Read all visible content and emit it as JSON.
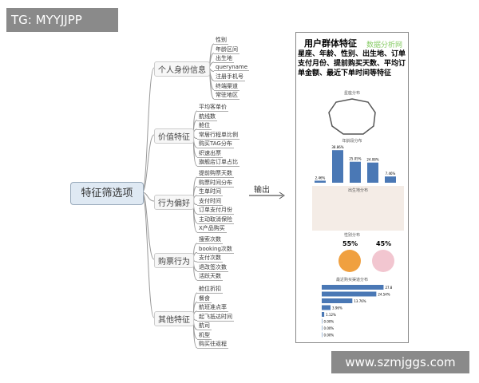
{
  "watermark_top": "TG: MYYJJPP",
  "watermark_bottom": "www.szmjggs.com",
  "root": "特征筛选项",
  "output_label": "输出",
  "branches": [
    {
      "label": "个人身份信息",
      "leaves": [
        "性别",
        "年龄区间",
        "出生地",
        "queryname",
        "注册手机号",
        "终端渠道",
        "常驻地区"
      ]
    },
    {
      "label": "价值特征",
      "leaves": [
        "平均客单价",
        "航线数",
        "舱位",
        "常居行程单比例",
        "购买TAG分布",
        "织速出票",
        "旗舰店订单占比"
      ]
    },
    {
      "label": "行为偏好",
      "leaves": [
        "提前购票天数",
        "购票时间分布",
        "生单时间",
        "支付时间",
        "订单支付月份",
        "主动取消保险",
        "X产品购买"
      ]
    },
    {
      "label": "购票行为",
      "leaves": [
        "搜索次数",
        "booking次数",
        "支付次数",
        "退改签次数",
        "活跃天数"
      ]
    },
    {
      "label": "其他特征",
      "leaves": [
        "舱位折扣",
        "餐食",
        "航班准点率",
        "起飞抵达时间",
        "航司",
        "机型",
        "购买往返程"
      ]
    }
  ],
  "panel": {
    "title": "用户群体特征",
    "site_watermark": "数据分析网",
    "description": "星座、年龄、性别、出生地、订单支付月份、提前购买天数、平均订单金额、最近下单时间等特征",
    "radar_title": "星座分布",
    "age_title": "年龄段分布",
    "age_values": [
      "2.46%",
      "38.86%",
      "25.05%",
      "24.08%",
      "7.46%"
    ],
    "map_title": "出生地分布",
    "gender_title": "性别分布",
    "male_pct": "55%",
    "female_pct": "45%",
    "device_title": "最近购买渠道分布",
    "device_values": [
      "27.8",
      "24.54%",
      "13.76%",
      "3.96%",
      "1.12%",
      "0.00%",
      "0.00%",
      "0.00%"
    ],
    "colors": {
      "bar": "#4a78b5",
      "male_bg": "#f0a040",
      "female_bg": "#f2c6d0"
    }
  }
}
